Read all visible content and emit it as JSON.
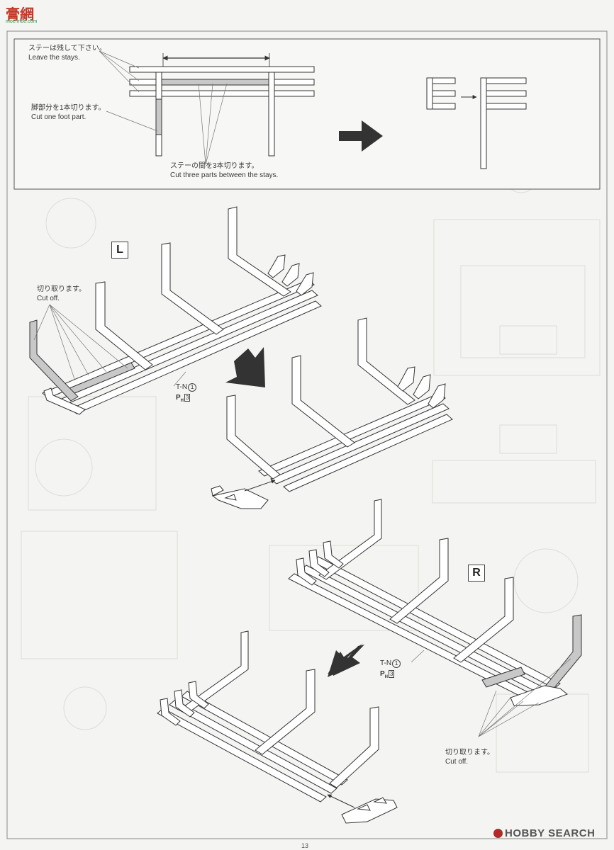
{
  "watermark_top": {
    "chars": "膏網",
    "url": "moe.moe.com"
  },
  "watermark_bottom": "HOBBY SEARCH",
  "page_number": "13",
  "inset": {
    "leave_stays_jp": "ステーは残して下さい。",
    "leave_stays_en": "Leave the stays.",
    "cut_foot_jp": "脚部分を1本切ります。",
    "cut_foot_en": "Cut one foot part.",
    "cut_between_jp": "ステーの間を3本切ります。",
    "cut_between_en": "Cut three parts between the stays."
  },
  "left_section": {
    "badge": "L",
    "cut_off_jp": "切り取ります。",
    "cut_off_en": "Cut off.",
    "part_code": "T-N",
    "part_num": "1",
    "paint_prefix": "P",
    "paint_sub": "H",
    "paint_num": "3"
  },
  "right_section": {
    "badge": "R",
    "cut_off_jp": "切り取ります。",
    "cut_off_en": "Cut off.",
    "part_code": "T-N",
    "part_num": "1",
    "paint_prefix": "P",
    "paint_sub": "H",
    "paint_num": "3"
  }
}
